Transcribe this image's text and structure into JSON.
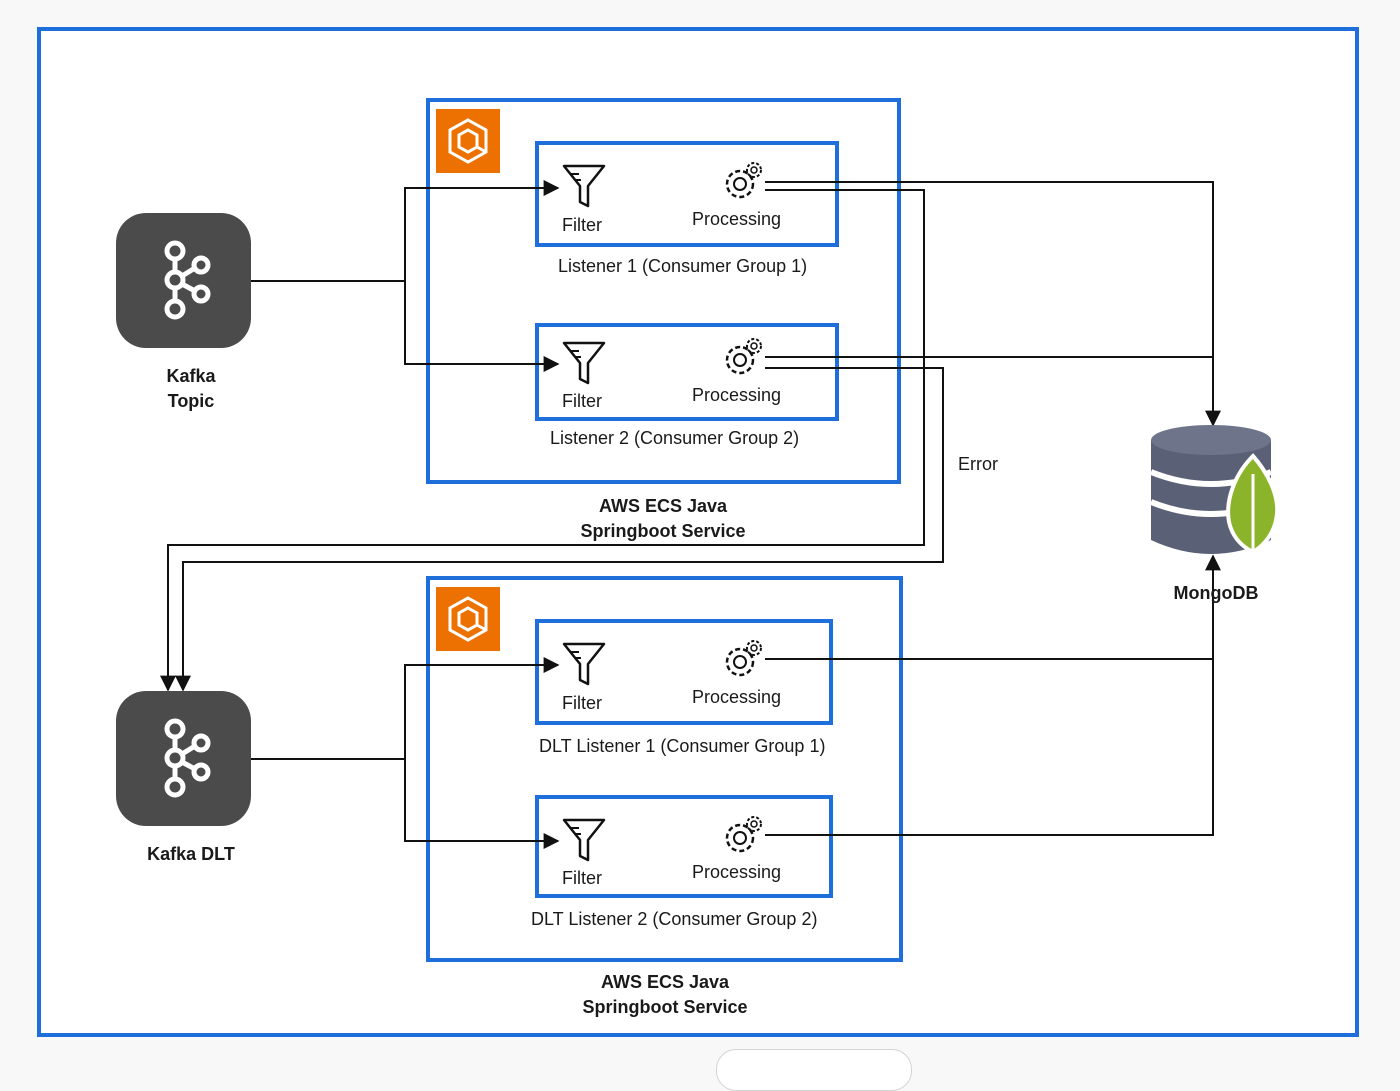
{
  "diagram": {
    "kafka_topic": {
      "line1": "Kafka",
      "line2": "Topic"
    },
    "kafka_dlt": {
      "label": "Kafka DLT"
    },
    "mongodb": {
      "label": "MongoDB"
    },
    "error_label": "Error",
    "service_top": {
      "line1": "AWS ECS Java",
      "line2": "Springboot Service"
    },
    "service_bottom": {
      "line1": "AWS ECS Java",
      "line2": "Springboot Service"
    },
    "listeners": [
      {
        "filter": "Filter",
        "processing": "Processing",
        "caption": "Listener 1 (Consumer Group 1)"
      },
      {
        "filter": "Filter",
        "processing": "Processing",
        "caption": "Listener 2 (Consumer Group 2)"
      },
      {
        "filter": "Filter",
        "processing": "Processing",
        "caption": "DLT Listener 1 (Consumer Group 1)"
      },
      {
        "filter": "Filter",
        "processing": "Processing",
        "caption": "DLT Listener 2 (Consumer Group 2)"
      }
    ],
    "colors": {
      "frame_blue": "#1e6fdc",
      "kafka_tile": "#4b4b4b",
      "aws_orange": "#ed7100",
      "mongo_leaf": "#8cb42a",
      "db_slate": "#5a6075"
    }
  }
}
